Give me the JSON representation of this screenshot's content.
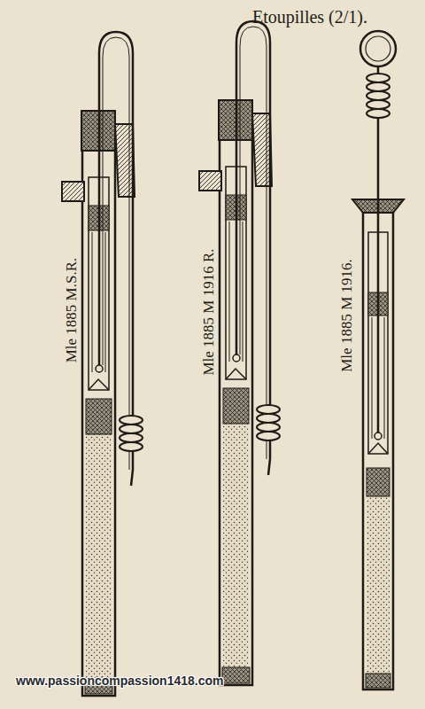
{
  "diagram": {
    "title": "Etoupilles (2/1).",
    "labels": [
      "Mle 1885 M.S.R.",
      "Mle 1885 M 1916 R.",
      "Mle 1885 M 1916.",
      "www.passioncompassion1418.com"
    ]
  }
}
